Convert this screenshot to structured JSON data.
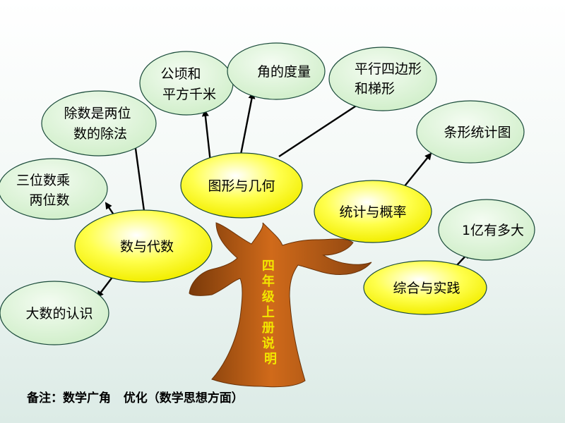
{
  "center_label": "四年级上册说明",
  "nodes": {
    "shuyudaishu": "数与代数",
    "tuxing": "图形与几何",
    "tongji": "统计与概率",
    "zonghe": "综合与实践",
    "daishu_renshi": "大数的认识",
    "sanwei_line1": "三位数乘",
    "sanwei_line2": "两位数",
    "chushu_line1": "除数是两位",
    "chushu_line2": "数的除法",
    "gongqing_line1": "公顷和",
    "gongqing_line2": "平方千米",
    "jiao": "角的度量",
    "pingxing_line1": "平行四边形",
    "pingxing_line2": "和梯形",
    "tiaoxing": "条形统计图",
    "yiyi": "1亿有多大"
  },
  "footnote": "备注：数学广角   优化（数学思想方面）",
  "colors": {
    "main_node_fill": "#ffff00",
    "sub_node_fill": "#dff5d9",
    "node_stroke": "#1a4a3a",
    "trunk_fill": "#b85c1a",
    "trunk_text": "#f2e600",
    "arrow": "#000000"
  }
}
